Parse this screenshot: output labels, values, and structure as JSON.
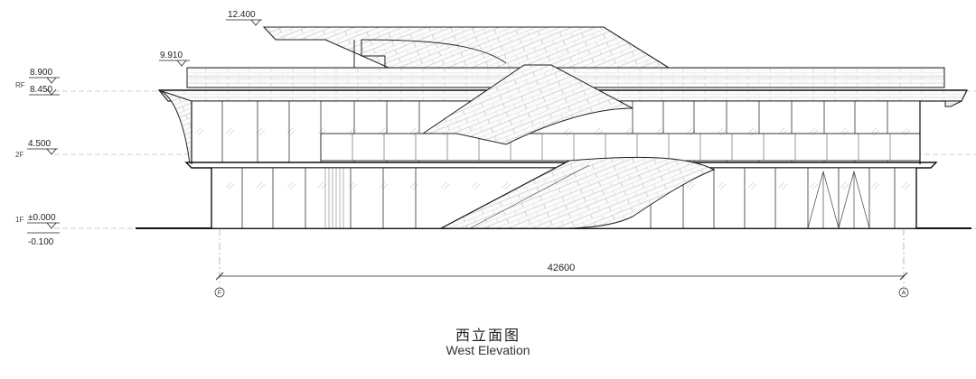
{
  "levels": {
    "roof_top": "12.400",
    "parapet": "9.910",
    "roof_upper": "8.900",
    "roof_lower": "8.450",
    "second_floor": "4.500",
    "ground": "±0.000",
    "ground_below": "-0.100"
  },
  "floor_tags": {
    "rf": "RF",
    "f2": "2F",
    "f1": "1F"
  },
  "dimension": "42600",
  "grid_axes": {
    "left": "F",
    "right": "A"
  },
  "caption": {
    "chinese": "西立面图",
    "english": "West Elevation"
  }
}
